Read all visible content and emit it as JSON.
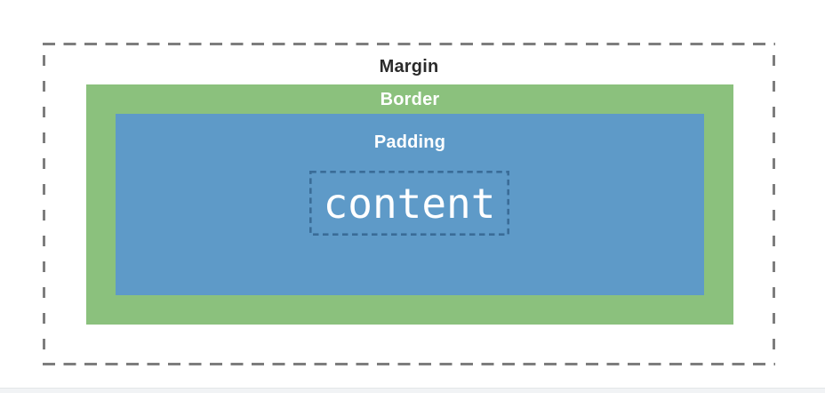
{
  "diagram": {
    "layers": {
      "margin": {
        "label": "Margin"
      },
      "border": {
        "label": "Border"
      },
      "padding": {
        "label": "Padding"
      },
      "content": {
        "label": "content"
      }
    },
    "colors": {
      "margin_dash": "#7d7d7d",
      "margin_label_text": "#2b2b2b",
      "border_fill": "#8bc17d",
      "padding_fill": "#5e9ac8",
      "content_dash": "#3a6c97",
      "light_label_text": "#ffffff"
    }
  }
}
